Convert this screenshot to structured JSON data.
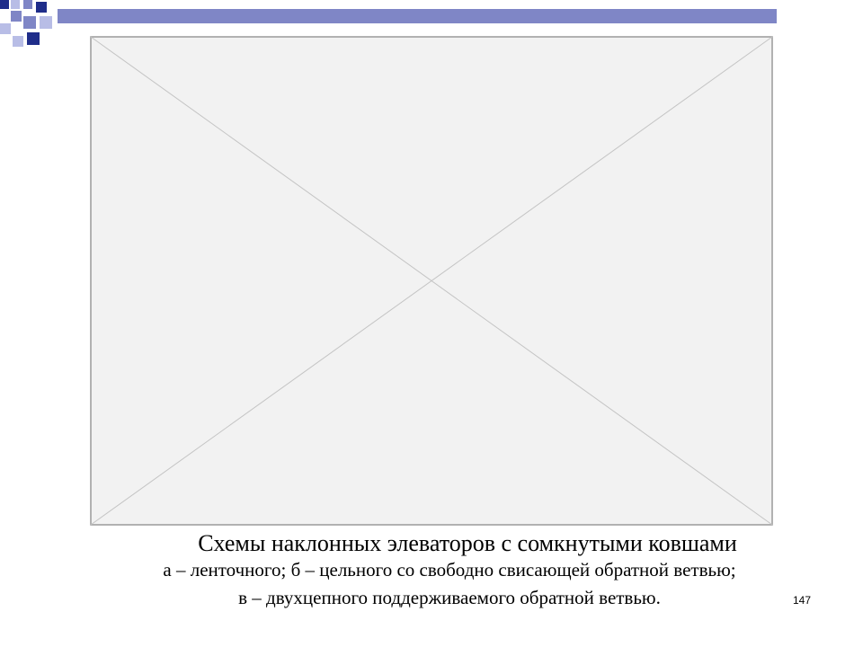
{
  "slide": {
    "title": "Схемы наклонных элеваторов с сомкнутыми ковшами",
    "caption_line1": "а – ленточного; б – цельного со свободно свисающей обратной ветвью;",
    "caption_line2": "в – двухцепного поддерживаемого обратной ветвью.",
    "page_number": "147"
  },
  "colors": {
    "accent_dark": "#1f2d8a",
    "accent_mid": "#7f86c6",
    "accent_light": "#b8bde6"
  },
  "figure": {
    "icon": "image-placeholder-icon"
  }
}
